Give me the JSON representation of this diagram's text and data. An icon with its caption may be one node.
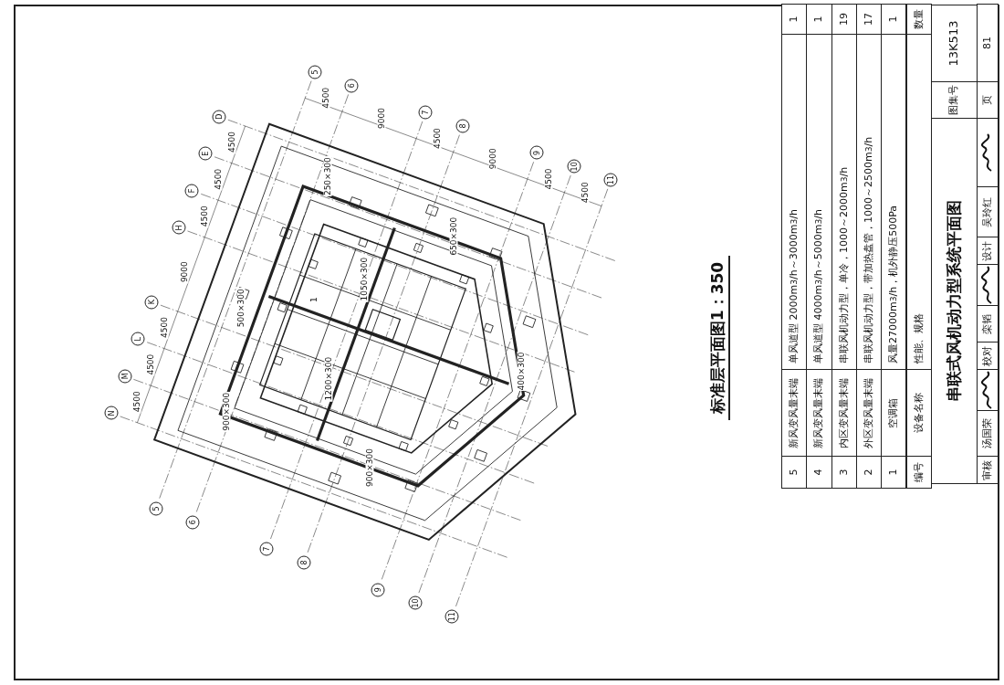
{
  "diagram": {
    "title": "串联式风机动力型系统平面图",
    "caption": "标准层平面图1：350",
    "labels": [
      "5",
      "新风变风量末端",
      "单风道型 2000m$^{3}$/h～3000m$^{3}$/h",
      "1",
      "4",
      "新风变风量末端",
      "单风道型 4000m$^{3}$/h～5000m$^{3}$/h",
      "1",
      "3",
      "内区变风量末端",
      "串联风机动力型，单冷，1000～2000m$^{3}$/h",
      "19",
      "2",
      "外区变风量末端",
      "串联风机动力型，带加热盘管，1000～2500m$^{3}$/h",
      "17",
      "1",
      "空调箱",
      "风量27000m$^{3}$/h，机外静压500Pa",
      "1",
      "编号",
      "设备名称",
      "性能、规格",
      "数量",
      "图集号",
      "13K513",
      "审核",
      "汤国荣",
      "校对",
      "栾韬",
      "设计",
      "吴玲红",
      "页",
      "81",
      "250×300",
      "650×300",
      "1050×300",
      "1200×300",
      "400×300",
      "900×300",
      "500×300",
      "900×300",
      "1",
      "5",
      "6",
      "7",
      "8",
      "9",
      "10",
      "11",
      "5",
      "6",
      "7",
      "8",
      "9",
      "10",
      "11",
      "D",
      "E",
      "F",
      "H",
      "K",
      "L",
      "M",
      "N",
      "4500",
      "9000",
      "4500",
      "9000",
      "4500",
      "4500",
      "4500",
      "4500",
      "4500",
      "9000",
      "4500",
      "4500",
      "4500"
    ]
  }
}
